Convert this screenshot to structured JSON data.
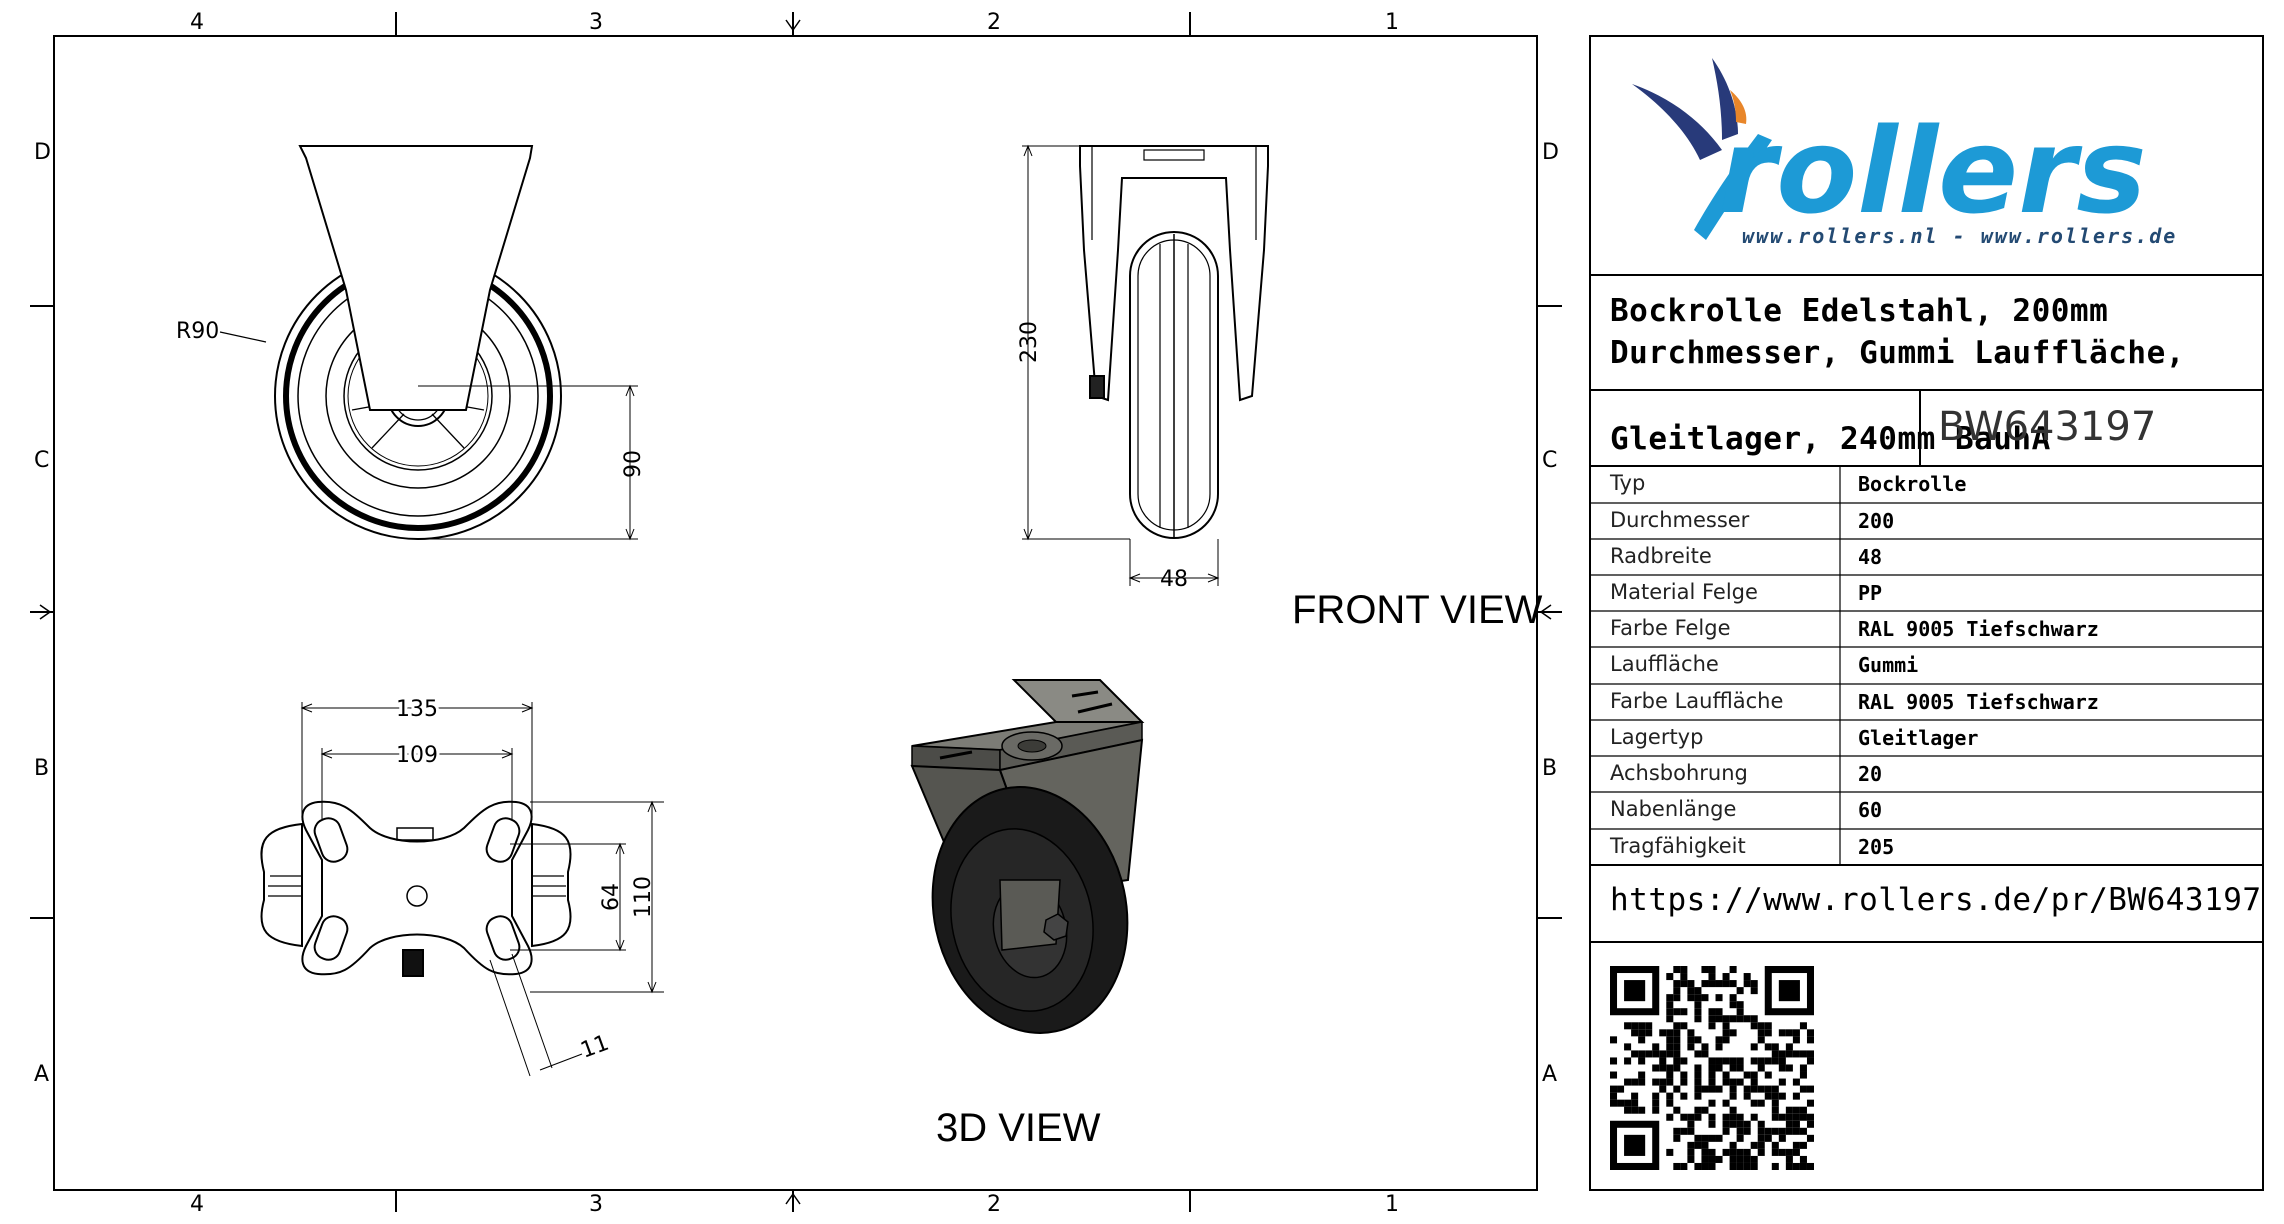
{
  "zones": {
    "columns": [
      "4",
      "3",
      "2",
      "1"
    ],
    "rows": [
      "D",
      "C",
      "B",
      "A"
    ]
  },
  "logo": {
    "wordmark": "rollers",
    "websites": "www.rollers.nl   -   www.rollers.de"
  },
  "title": {
    "line1": "Bockrolle Edelstahl, 200mm",
    "line2": "Durchmesser, Gummi Lauffläche,",
    "line3": "Gleitlager, 240mm BauhA",
    "article_number": "BW643197"
  },
  "specs": [
    {
      "label": "Typ",
      "value": "Bockrolle"
    },
    {
      "label": "Durchmesser",
      "value": "200"
    },
    {
      "label": "Radbreite",
      "value": "48"
    },
    {
      "label": "Material Felge",
      "value": "PP"
    },
    {
      "label": "Farbe Felge",
      "value": "RAL 9005 Tiefschwarz"
    },
    {
      "label": "Lauffläche",
      "value": "Gummi"
    },
    {
      "label": "Farbe Lauffläche",
      "value": "RAL 9005 Tiefschwarz"
    },
    {
      "label": "Lagertyp",
      "value": "Gleitlager"
    },
    {
      "label": "Achsbohrung",
      "value": "20"
    },
    {
      "label": "Nabenlänge",
      "value": "60"
    },
    {
      "label": "Tragfähigkeit",
      "value": "205"
    }
  ],
  "url": "https://www.rollers.de/pr/BW643197",
  "views": {
    "front": "FRONT VIEW",
    "three_d": "3D VIEW"
  },
  "dimensions": {
    "radius": "R90",
    "hub_height": "90",
    "total_height": "230",
    "wheel_width": "48",
    "plate_length": "135",
    "hole_spacing_length": "109",
    "hole_spacing_width": "64",
    "plate_width": "110",
    "slot_width": "11"
  },
  "colors": {
    "logo_blue": "#1d9ad6",
    "logo_navy": "#283a7a",
    "logo_orange": "#e8862a"
  }
}
